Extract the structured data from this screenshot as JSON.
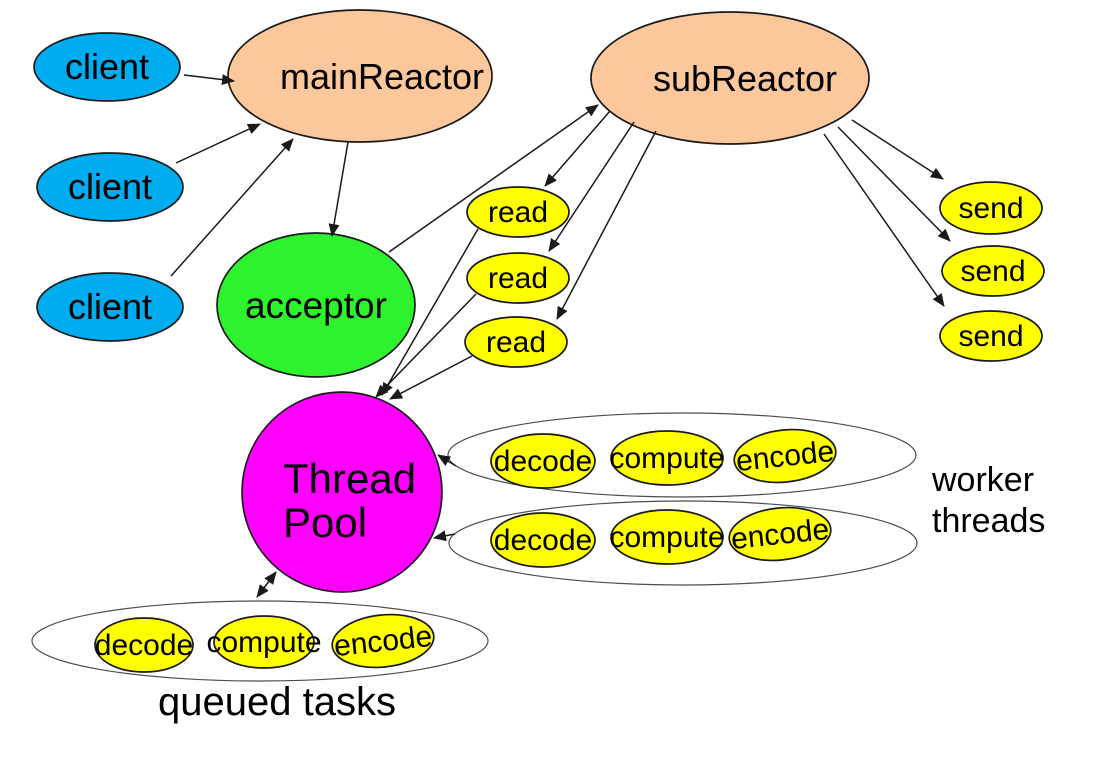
{
  "diagram": {
    "colors": {
      "client_fill": "#00ACF0",
      "reactor_fill": "#FBC79B",
      "acceptor_fill": "#2EF22E",
      "task_fill": "#FFFF00",
      "thread_pool_fill": "#FF00FF",
      "container_fill": "#FFFFFF",
      "outline": "#1A1A1A",
      "text": "#000000"
    },
    "nodes": {
      "client": "client",
      "main_reactor": "mainReactor",
      "sub_reactor": "subReactor",
      "acceptor": "acceptor",
      "read": "read",
      "send": "send",
      "thread_pool": [
        "Thread",
        "Pool"
      ],
      "decode": "decode",
      "compute": "compute",
      "encode": "encode"
    },
    "annotations": {
      "worker_threads": [
        "worker",
        "threads"
      ],
      "queued_tasks": "queued tasks"
    }
  }
}
